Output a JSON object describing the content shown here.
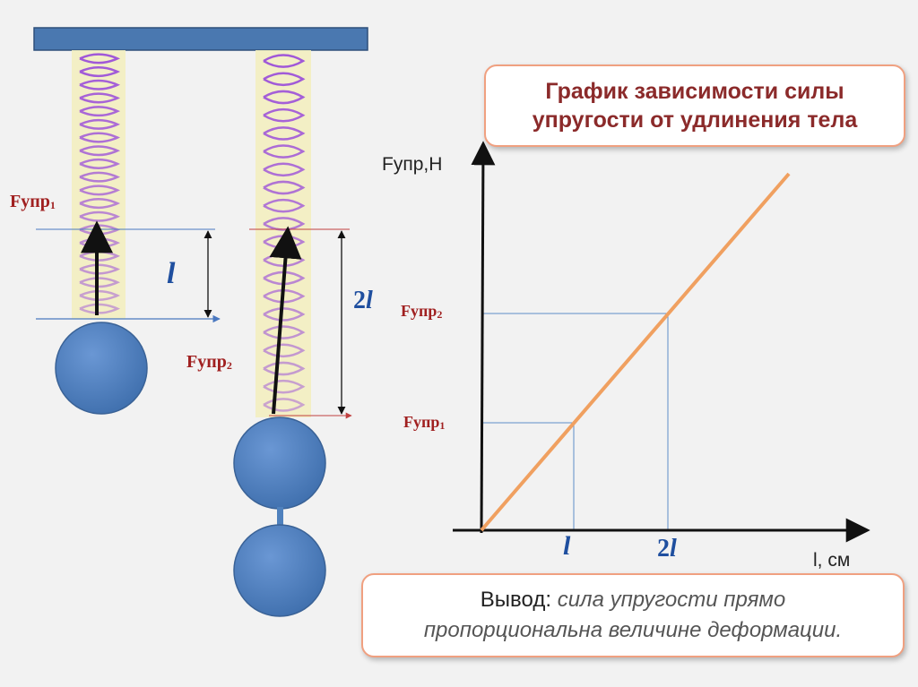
{
  "title": {
    "line1": "График зависимости силы",
    "line2": "упругости от удлинения тела"
  },
  "conclusion": {
    "label": "Вывод:",
    "text_line1": "сила упругости прямо",
    "text_line2": "пропорциональна величине деформации."
  },
  "springs": {
    "force1_base": "Fупр",
    "force1_sub": "1",
    "force2_base": "Fупр",
    "force2_sub": "2",
    "length1": "l",
    "length2_num": "2",
    "length2_sym": "l"
  },
  "graph": {
    "y_axis_label": "Fупр,Н",
    "x_axis_label": "l, см",
    "tick_f2_base": "Fупр",
    "tick_f2_sub": "2",
    "tick_f1_base": "Fупр",
    "tick_f1_sub": "1",
    "tick_l": "l",
    "tick_2l_num": "2",
    "tick_2l_sym": "l"
  },
  "colors": {
    "background": "#f2f2f2",
    "beam": "#4a78b0",
    "weight": "#4f81bd",
    "spring": "#9b4fd9",
    "line": "#f0a060",
    "axis": "#111111",
    "guide": "#5f8fc8",
    "force_label": "#a02020",
    "length_label": "#1f4f9f",
    "title_text": "#8b2a2a",
    "box_border": "#f0a080"
  }
}
